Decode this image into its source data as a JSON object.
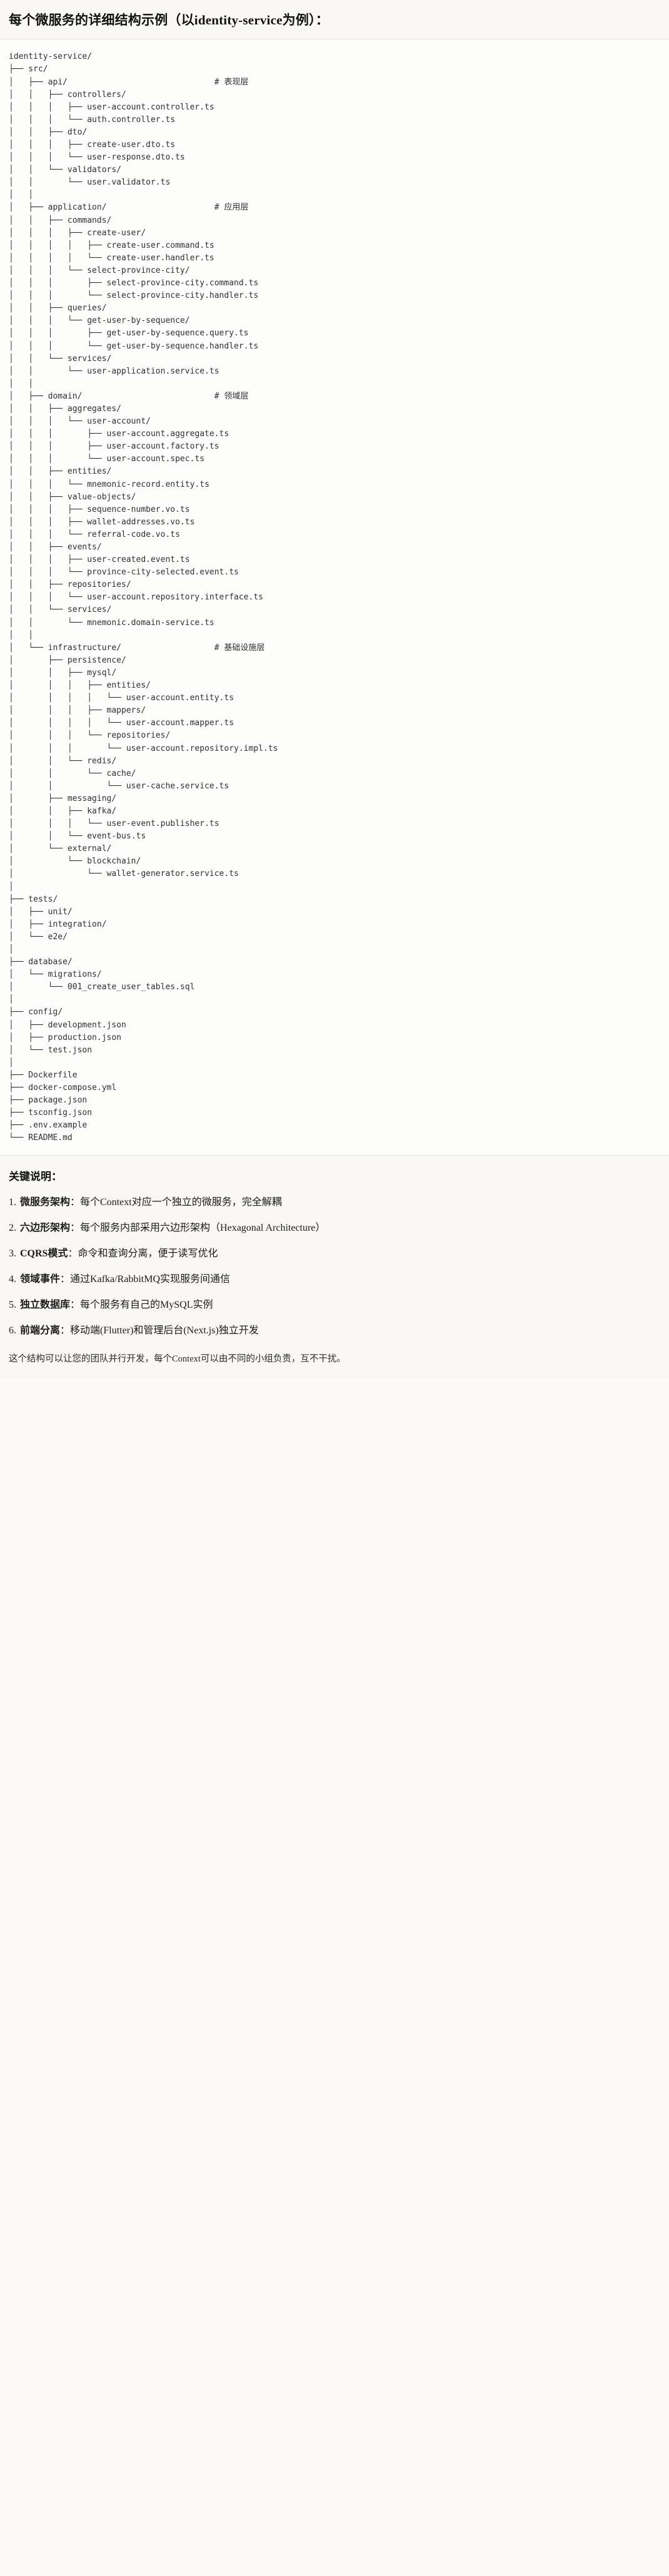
{
  "header": {
    "title": "每个微服务的详细结构示例（以identity-service为例）："
  },
  "code_block": {
    "language": "text",
    "comment_column": 48,
    "comments": {
      "api": "# 表现层",
      "application": "# 应用层",
      "domain": "# 领域层",
      "infrastructure": "# 基础设施层"
    },
    "lines": [
      "identity-service/",
      "├── src/",
      "│   ├── api/                              # 表现层",
      "│   │   ├── controllers/",
      "│   │   │   ├── user-account.controller.ts",
      "│   │   │   └── auth.controller.ts",
      "│   │   ├── dto/",
      "│   │   │   ├── create-user.dto.ts",
      "│   │   │   └── user-response.dto.ts",
      "│   │   └── validators/",
      "│   │       └── user.validator.ts",
      "│   │",
      "│   ├── application/                      # 应用层",
      "│   │   ├── commands/",
      "│   │   │   ├── create-user/",
      "│   │   │   │   ├── create-user.command.ts",
      "│   │   │   │   └── create-user.handler.ts",
      "│   │   │   └── select-province-city/",
      "│   │   │       ├── select-province-city.command.ts",
      "│   │   │       └── select-province-city.handler.ts",
      "│   │   ├── queries/",
      "│   │   │   └── get-user-by-sequence/",
      "│   │   │       ├── get-user-by-sequence.query.ts",
      "│   │   │       └── get-user-by-sequence.handler.ts",
      "│   │   └── services/",
      "│   │       └── user-application.service.ts",
      "│   │",
      "│   ├── domain/                           # 领域层",
      "│   │   ├── aggregates/",
      "│   │   │   └── user-account/",
      "│   │   │       ├── user-account.aggregate.ts",
      "│   │   │       ├── user-account.factory.ts",
      "│   │   │       └── user-account.spec.ts",
      "│   │   ├── entities/",
      "│   │   │   └── mnemonic-record.entity.ts",
      "│   │   ├── value-objects/",
      "│   │   │   ├── sequence-number.vo.ts",
      "│   │   │   ├── wallet-addresses.vo.ts",
      "│   │   │   └── referral-code.vo.ts",
      "│   │   ├── events/",
      "│   │   │   ├── user-created.event.ts",
      "│   │   │   └── province-city-selected.event.ts",
      "│   │   ├── repositories/",
      "│   │   │   └── user-account.repository.interface.ts",
      "│   │   └── services/",
      "│   │       └── mnemonic.domain-service.ts",
      "│   │",
      "│   └── infrastructure/                   # 基础设施层",
      "│       ├── persistence/",
      "│       │   ├── mysql/",
      "│       │   │   ├── entities/",
      "│       │   │   │   └── user-account.entity.ts",
      "│       │   │   ├── mappers/",
      "│       │   │   │   └── user-account.mapper.ts",
      "│       │   │   └── repositories/",
      "│       │   │       └── user-account.repository.impl.ts",
      "│       │   └── redis/",
      "│       │       └── cache/",
      "│       │           └── user-cache.service.ts",
      "│       ├── messaging/",
      "│       │   ├── kafka/",
      "│       │   │   └── user-event.publisher.ts",
      "│       │   └── event-bus.ts",
      "│       └── external/",
      "│           └── blockchain/",
      "│               └── wallet-generator.service.ts",
      "│",
      "├── tests/",
      "│   ├── unit/",
      "│   ├── integration/",
      "│   └── e2e/",
      "│",
      "├── database/",
      "│   └── migrations/",
      "│       └── 001_create_user_tables.sql",
      "│",
      "├── config/",
      "│   ├── development.json",
      "│   ├── production.json",
      "│   └── test.json",
      "│",
      "├── Dockerfile",
      "├── docker-compose.yml",
      "├── package.json",
      "├── tsconfig.json",
      "├── .env.example",
      "└── README.md"
    ]
  },
  "notes": {
    "heading": "关键说明：",
    "items": [
      {
        "num": "1.",
        "term": "微服务架构",
        "sep": "：",
        "desc": "每个Context对应一个独立的微服务，完全解耦"
      },
      {
        "num": "2.",
        "term": "六边形架构",
        "sep": "：",
        "desc": "每个服务内部采用六边形架构（Hexagonal Architecture）"
      },
      {
        "num": "3.",
        "term": "CQRS模式",
        "sep": "：",
        "desc": "命令和查询分离，便于读写优化"
      },
      {
        "num": "4.",
        "term": "领域事件",
        "sep": "：",
        "desc": "通过Kafka/RabbitMQ实现服务间通信"
      },
      {
        "num": "5.",
        "term": "独立数据库",
        "sep": "：",
        "desc": "每个服务有自己的MySQL实例"
      },
      {
        "num": "6.",
        "term": "前端分离",
        "sep": "：",
        "desc": "移动端(Flutter)和管理后台(Next.js)独立开发"
      }
    ],
    "closing": "这个结构可以让您的团队并行开发，每个Context可以由不同的小组负责，互不干扰。"
  },
  "colors": {
    "page_bg": "#fbfaf8",
    "header_bg": "#faf9f6",
    "code_bg": "#fdfdfc",
    "notes_bg": "#faf8f4",
    "text": "#1b1b1b",
    "code_text": "#2f3033",
    "divider": "#e6e3dd"
  }
}
